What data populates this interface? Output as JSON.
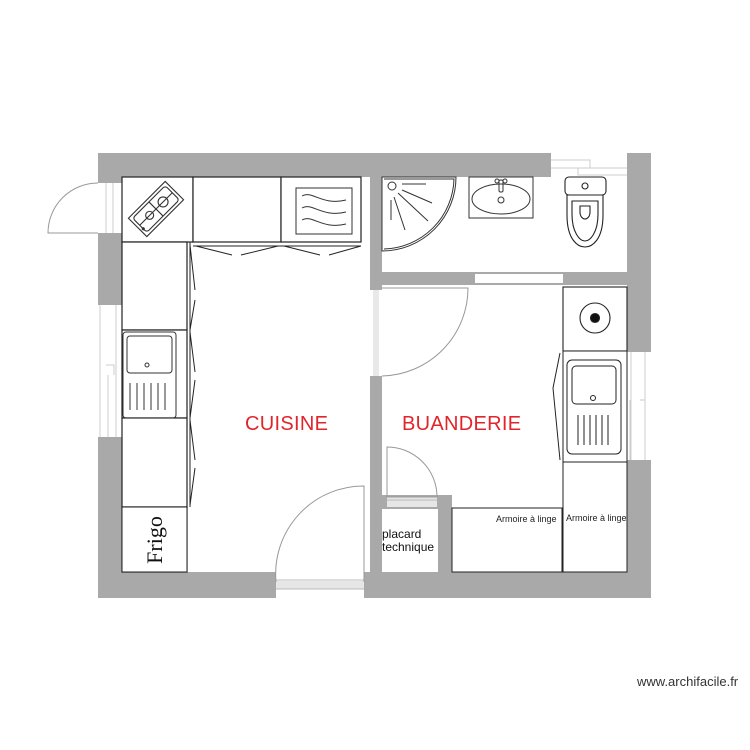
{
  "plan": {
    "rooms": [
      {
        "id": "cuisine",
        "label": "CUISINE"
      },
      {
        "id": "buanderie",
        "label": "BUANDERIE"
      },
      {
        "id": "placard",
        "label_line1": "placard",
        "label_line2": "technique"
      }
    ],
    "furniture": {
      "frigo": "Frigo",
      "armoire_1": "Armoire à linge",
      "armoire_2": "Armoire à linge"
    },
    "fixtures": [
      "gas-hob",
      "oven",
      "kitchen-sink",
      "corner-shower",
      "washbasin",
      "toilet",
      "washing-machine",
      "laundry-sink"
    ],
    "colors": {
      "wall": "#a9a9a9",
      "room_label": "#e0262b",
      "line": "#333333",
      "door_arc": "#999999"
    }
  },
  "watermark": "www.archifacile.fr"
}
